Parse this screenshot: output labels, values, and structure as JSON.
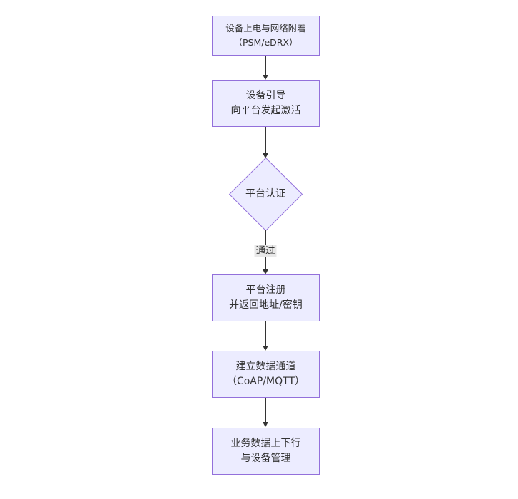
{
  "diagram": {
    "type": "flowchart",
    "direction": "top-down",
    "colors": {
      "node_fill": "#ECECFF",
      "node_border": "#9370DB",
      "edge": "#333333",
      "edge_label_bg": "#e8e8e8",
      "text": "#333333",
      "background": "#ffffff"
    },
    "nodes": [
      {
        "id": "n1",
        "shape": "rect",
        "label": "设备上电与网络附着\n（PSM/eDRX）"
      },
      {
        "id": "n2",
        "shape": "rect",
        "label": "设备引导\n向平台发起激活"
      },
      {
        "id": "n3",
        "shape": "diamond",
        "label": "平台认证"
      },
      {
        "id": "n4",
        "shape": "rect",
        "label": "平台注册\n并返回地址/密钥"
      },
      {
        "id": "n5",
        "shape": "rect",
        "label": "建立数据通道\n（CoAP/MQTT）"
      },
      {
        "id": "n6",
        "shape": "rect",
        "label": "业务数据上下行\n与设备管理"
      }
    ],
    "edges": [
      {
        "from": "n1",
        "to": "n2",
        "label": ""
      },
      {
        "from": "n2",
        "to": "n3",
        "label": ""
      },
      {
        "from": "n3",
        "to": "n4",
        "label": "通过"
      },
      {
        "from": "n4",
        "to": "n5",
        "label": ""
      },
      {
        "from": "n5",
        "to": "n6",
        "label": ""
      }
    ]
  }
}
